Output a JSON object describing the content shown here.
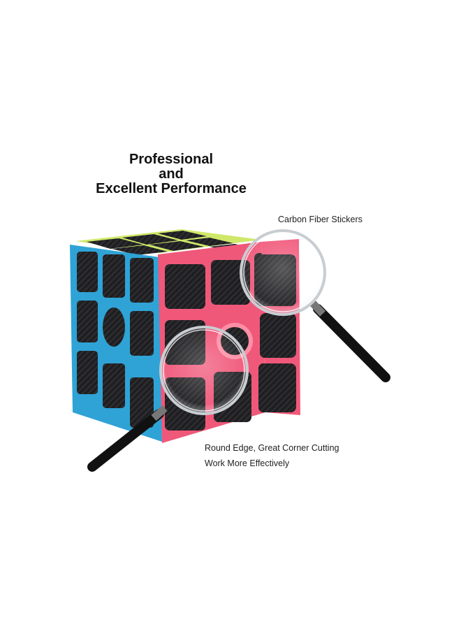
{
  "headline": {
    "line1": "Professional",
    "line2": "and",
    "line3": "Excellent Performance"
  },
  "callouts": {
    "stickers": "Carbon Fiber Stickers",
    "edge_line1": "Round Edge, Great Corner Cutting",
    "edge_line2": "Work More Effectively"
  },
  "colors": {
    "top_face": "#cfe86a",
    "left_face": "#2fa3d6",
    "front_face": "#f0587a",
    "sticker": "#1d1d1f",
    "magnifier_handle": "#111111"
  }
}
